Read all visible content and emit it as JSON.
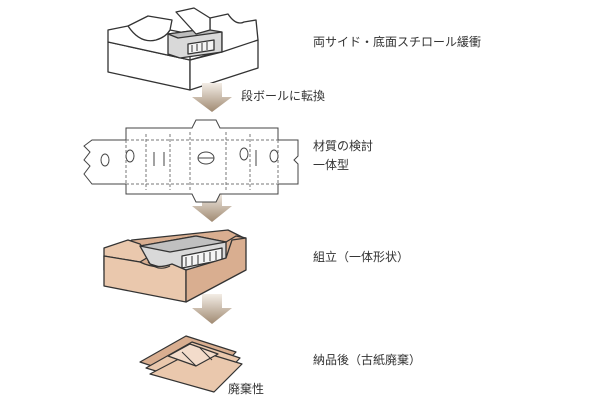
{
  "steps": [
    {
      "label": "両サイド・底面スチロール緩衝"
    },
    {
      "label": "段ボールに転換"
    },
    {
      "label": "材質の検討",
      "sub": "一体型"
    },
    {
      "label": "組立（一体形状）"
    },
    {
      "label": "納品後（古紙廃棄）",
      "sub": "廃棄性"
    }
  ],
  "colors": {
    "arrow_top": "#f3ede6",
    "arrow_bottom": "#a08a72",
    "cardboard": "#eac8ad",
    "cardboard_dark": "#d9ae90",
    "outline": "#333333"
  }
}
